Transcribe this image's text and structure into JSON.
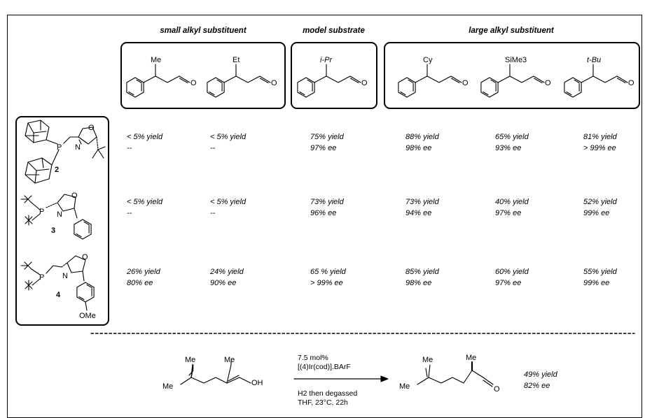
{
  "headers": {
    "small": "small alkyl substituent",
    "model": "model substrate",
    "large": "large alkyl substituent"
  },
  "substrate_groups": [
    "Me",
    "Et",
    "i-Pr",
    "Cy",
    "SiMe3",
    "t-Bu"
  ],
  "catalysts": [
    {
      "label": "2",
      "results": [
        [
          "< 5% yield",
          "--"
        ],
        [
          "< 5% yield",
          "--"
        ],
        [
          "75% yield",
          "97% ee"
        ],
        [
          "88% yield",
          "98% ee"
        ],
        [
          "65% yield",
          "93% ee"
        ],
        [
          "81% yield",
          "> 99% ee"
        ]
      ]
    },
    {
      "label": "3",
      "results": [
        [
          "< 5% yield",
          "--"
        ],
        [
          "< 5% yield",
          "--"
        ],
        [
          "73% yield",
          "96% ee"
        ],
        [
          "73% yield",
          "94% ee"
        ],
        [
          "40% yield",
          "97% ee"
        ],
        [
          "52% yield",
          "99% ee"
        ]
      ]
    },
    {
      "label": "4",
      "results": [
        [
          "26% yield",
          "80% ee"
        ],
        [
          "24% yield",
          "90% ee"
        ],
        [
          "65 % yield",
          "> 99% ee"
        ],
        [
          "85% yield",
          "98% ee"
        ],
        [
          "60% yield",
          "97% ee"
        ],
        [
          "55% yield",
          "99% ee"
        ]
      ]
    }
  ],
  "reaction": {
    "conditions_above": [
      "7.5 mol%",
      "[(4)Ir(cod)].BArF"
    ],
    "conditions_below": [
      "H2 then degassed",
      "THF, 23°C, 22h"
    ],
    "product_yield": "49% yield",
    "product_ee": "82% ee",
    "atom_labels": {
      "me": "Me",
      "oh": "OH",
      "o": "O",
      "n": "N",
      "p": "P",
      "ome": "OMe"
    }
  }
}
